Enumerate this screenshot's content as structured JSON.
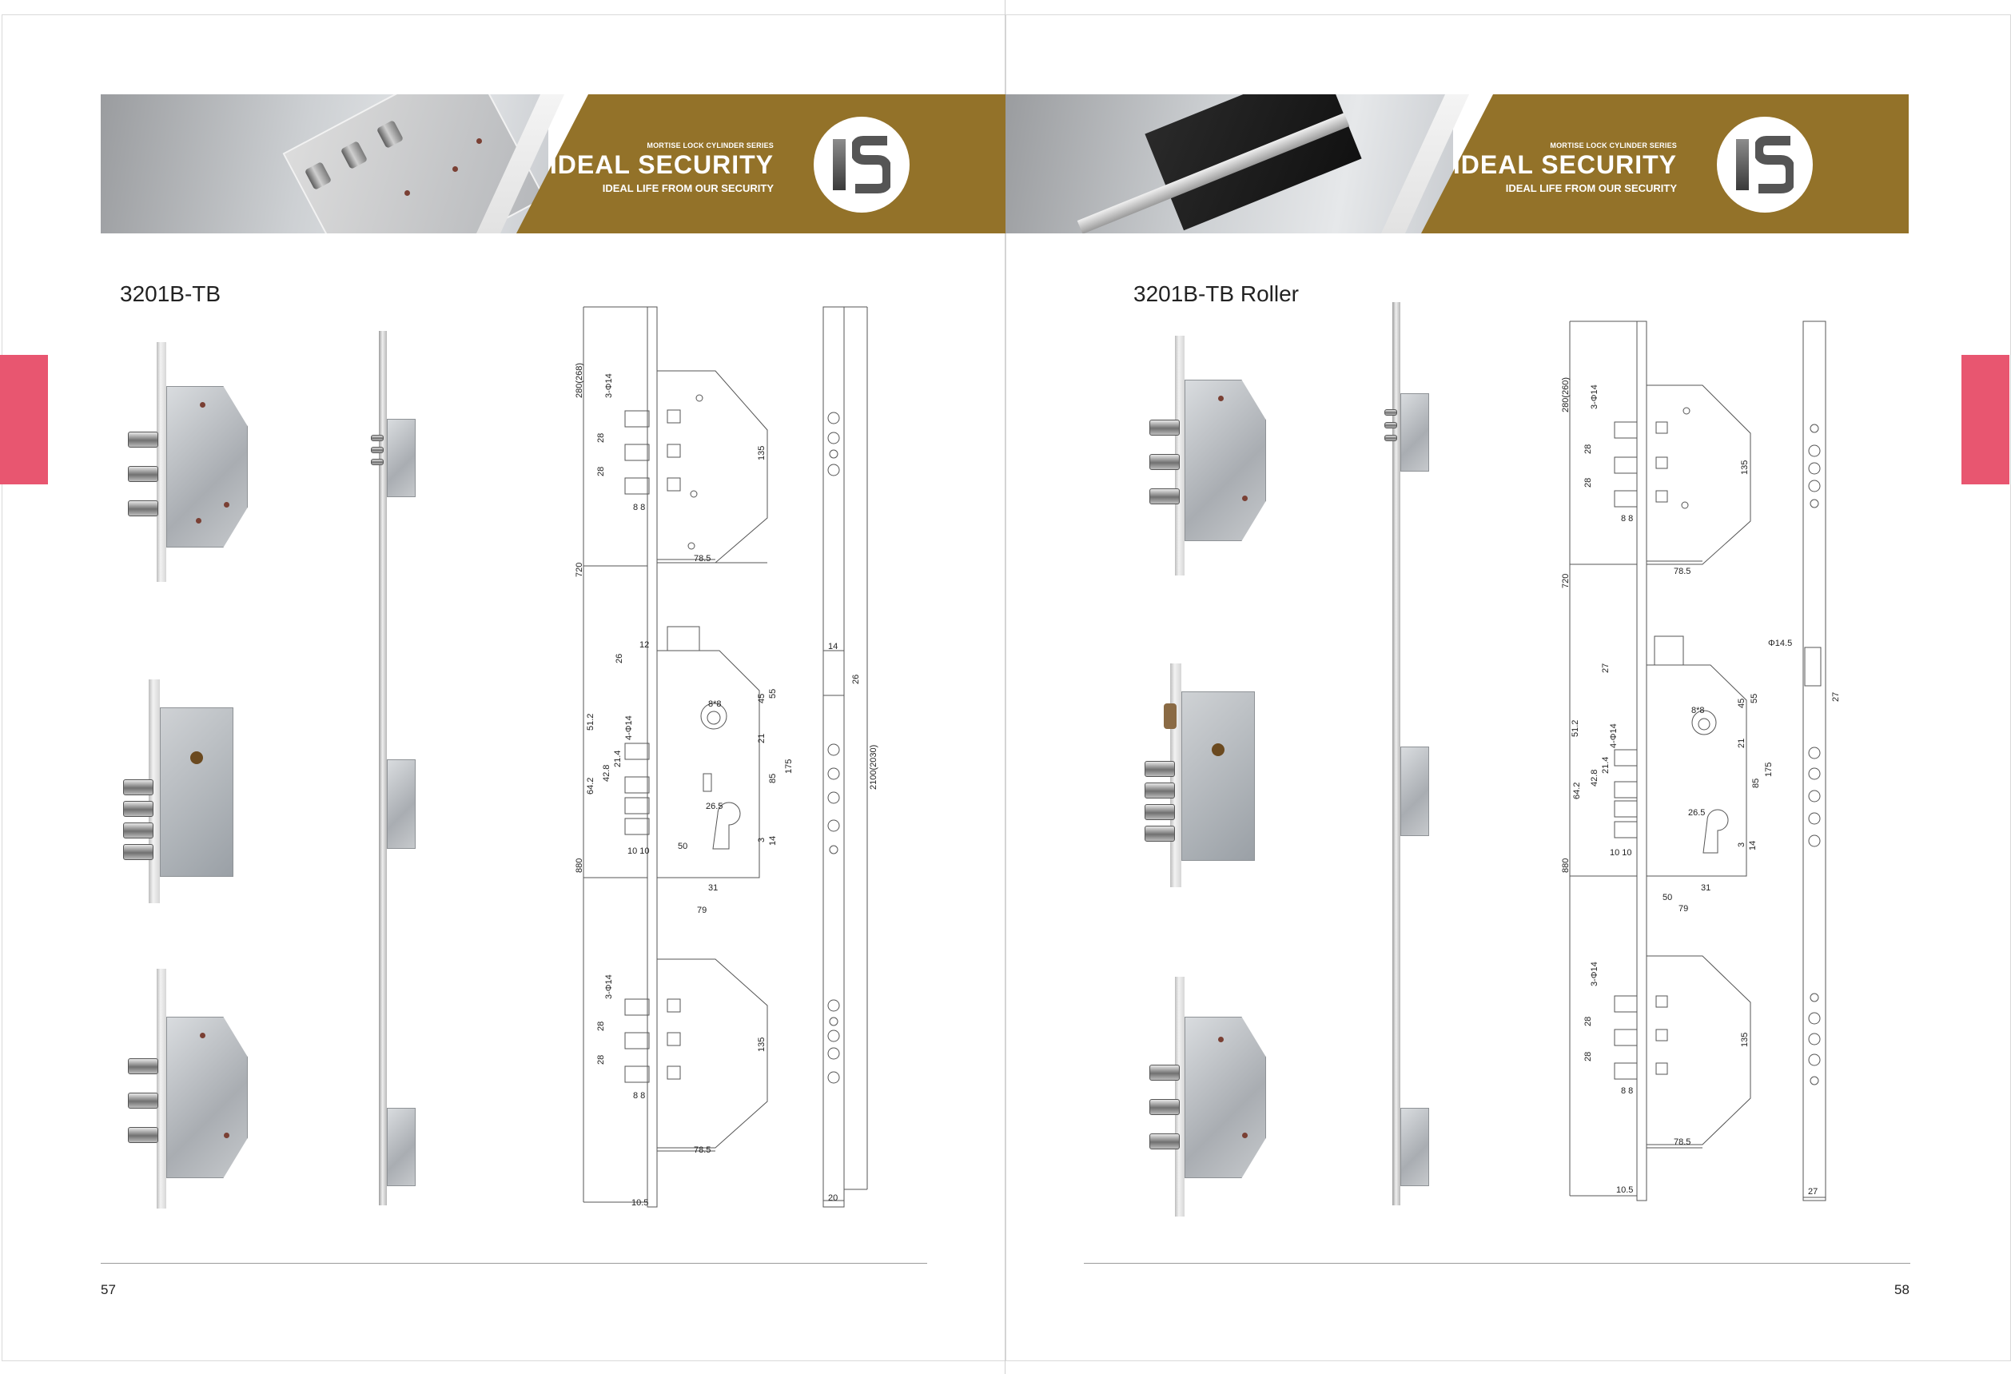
{
  "banner": {
    "series": "MORTISE LOCK CYLINDER SERIES",
    "brand": "IDEAL SECURITY",
    "slogan": "IDEAL LIFE FROM OUR SECURITY"
  },
  "left_page": {
    "title": "3201B-TB",
    "page_number": "57",
    "dims": {
      "top_height": "280(268)",
      "holes_top": "3-Φ14",
      "pitch_a": "28",
      "pitch_b": "28",
      "gap": "8 8",
      "box_h": "135",
      "width_top": "78.5",
      "upper_len": "720",
      "d26": "26",
      "d12": "12",
      "d88": "8*8",
      "d45": "45",
      "d55": "55",
      "d21": "21",
      "holes_mid": "4-Φ14",
      "d512": "51.2",
      "d214": "21.4",
      "d428": "42.8",
      "d642": "64.2",
      "d85": "85",
      "d175": "175",
      "d265": "26.5",
      "d50": "50",
      "d3": "3",
      "d14": "14",
      "d1010": "10 10",
      "d31": "31",
      "d79": "79",
      "lower_len": "880",
      "width_bottom": "78.5",
      "d105": "10.5",
      "plate_14": "14",
      "plate_26": "26",
      "total": "2100(2030)",
      "plate_20": "20"
    }
  },
  "right_page": {
    "title": "3201B-TB Roller",
    "page_number": "58",
    "dims": {
      "top_height": "280(260)",
      "holes_top": "3-Φ14",
      "pitch_a": "28",
      "pitch_b": "28",
      "gap": "8 8",
      "box_h": "135",
      "width_top": "78.5",
      "upper_len": "720",
      "d27": "27",
      "d88": "8*8",
      "d45": "45",
      "d55": "55",
      "d21": "21",
      "holes_mid": "4-Φ14",
      "d512": "51.2",
      "d214": "21.4",
      "d428": "42.8",
      "d642": "64.2",
      "d85": "85",
      "d175": "175",
      "d265": "26.5",
      "d50": "50",
      "d3": "3",
      "d14": "14",
      "d1010": "10 10",
      "d31": "31",
      "d79": "79",
      "lower_len": "880",
      "width_bottom": "78.5",
      "d105": "10.5",
      "plate_phi": "Φ14.5",
      "plate_27a": "27",
      "plate_27b": "27"
    }
  },
  "colors": {
    "banner_gold": "#937229",
    "side_tab": "#e85670"
  }
}
